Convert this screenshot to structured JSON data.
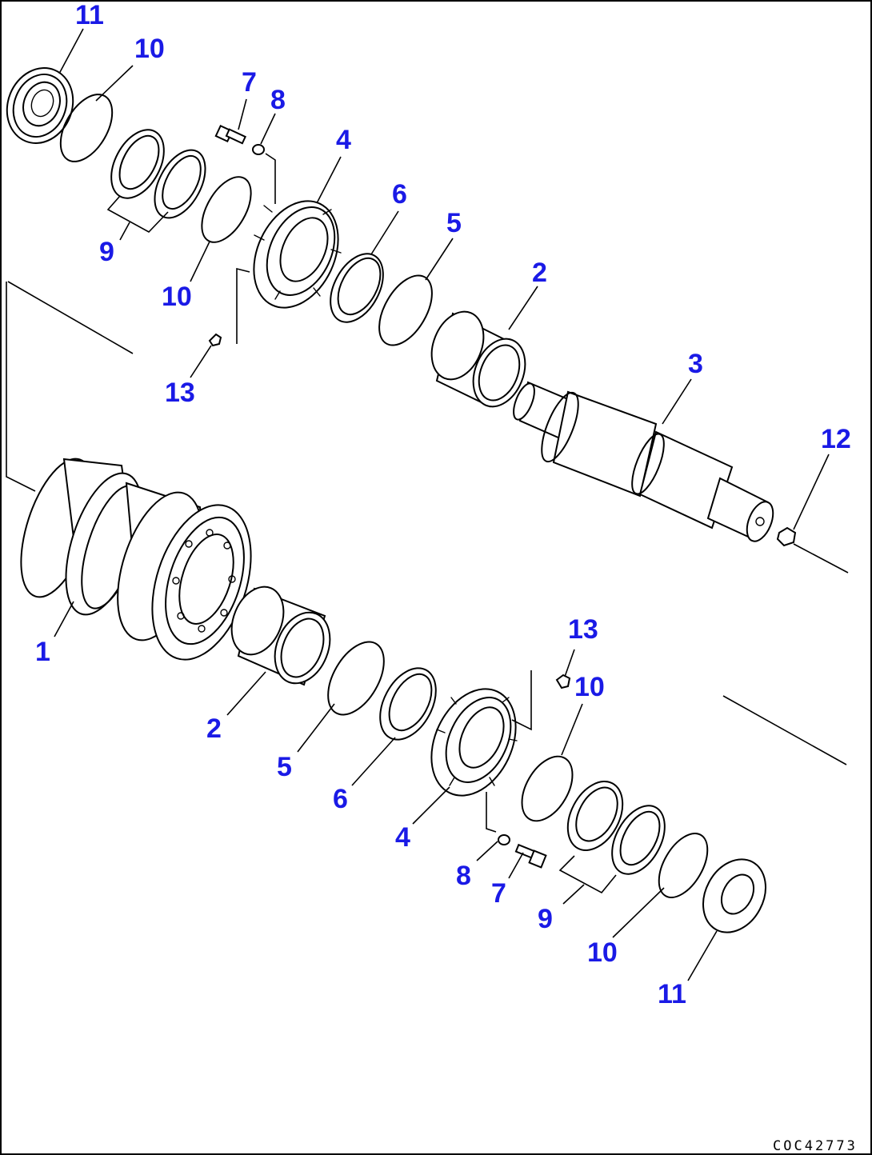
{
  "drawing_code": "COC42773",
  "callouts": [
    {
      "id": "c11a",
      "text": "11"
    },
    {
      "id": "c10a",
      "text": "10"
    },
    {
      "id": "c7a",
      "text": "7"
    },
    {
      "id": "c8a",
      "text": "8"
    },
    {
      "id": "c4a",
      "text": "4"
    },
    {
      "id": "c6a",
      "text": "6"
    },
    {
      "id": "c5a",
      "text": "5"
    },
    {
      "id": "c2a",
      "text": "2"
    },
    {
      "id": "c9a",
      "text": "9"
    },
    {
      "id": "c10b",
      "text": "10"
    },
    {
      "id": "c13a",
      "text": "13"
    },
    {
      "id": "c3",
      "text": "3"
    },
    {
      "id": "c12",
      "text": "12"
    },
    {
      "id": "c1",
      "text": "1"
    },
    {
      "id": "c13b",
      "text": "13"
    },
    {
      "id": "c10c",
      "text": "10"
    },
    {
      "id": "c2b",
      "text": "2"
    },
    {
      "id": "c5b",
      "text": "5"
    },
    {
      "id": "c6b",
      "text": "6"
    },
    {
      "id": "c4b",
      "text": "4"
    },
    {
      "id": "c8b",
      "text": "8"
    },
    {
      "id": "c7b",
      "text": "7"
    },
    {
      "id": "c9b",
      "text": "9"
    },
    {
      "id": "c10d",
      "text": "10"
    },
    {
      "id": "c11b",
      "text": "11"
    }
  ]
}
